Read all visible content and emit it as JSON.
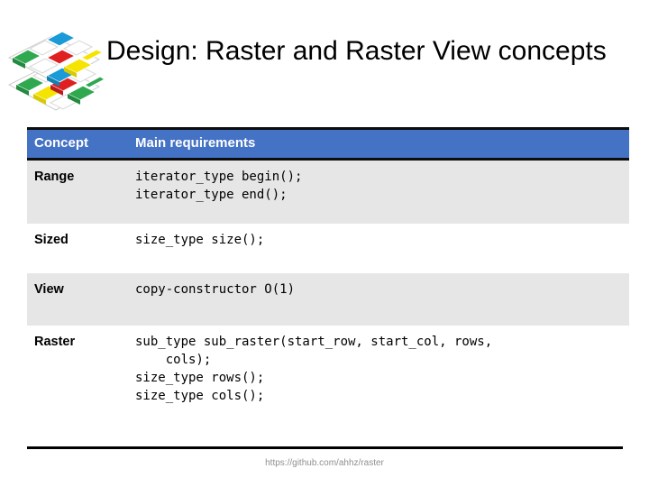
{
  "slide": {
    "title": "Design: Raster and Raster View concepts",
    "logo_icon": "stacked-raster-grid-logo",
    "accent_color": "#4472C4",
    "shaded_row_color": "#E7E6E6",
    "rule_color": "#000000",
    "footer_text_color": "#8f8f8f"
  },
  "table": {
    "columns": [
      "Concept",
      "Main requirements"
    ],
    "rows": [
      {
        "concept": "Range",
        "requirements": "iterator_type begin();\niterator_type end();",
        "shaded": true
      },
      {
        "concept": "Sized",
        "requirements": "size_type size();",
        "shaded": false
      },
      {
        "concept": "View",
        "requirements": "copy-constructor O(1)",
        "shaded": true
      },
      {
        "concept": "Raster",
        "requirements": "sub_type sub_raster(start_row, start_col, rows,\n    cols);\nsize_type rows();\nsize_type cols();",
        "shaded": false
      }
    ]
  },
  "footer": {
    "url": "https://github.com/ahhz/raster"
  }
}
